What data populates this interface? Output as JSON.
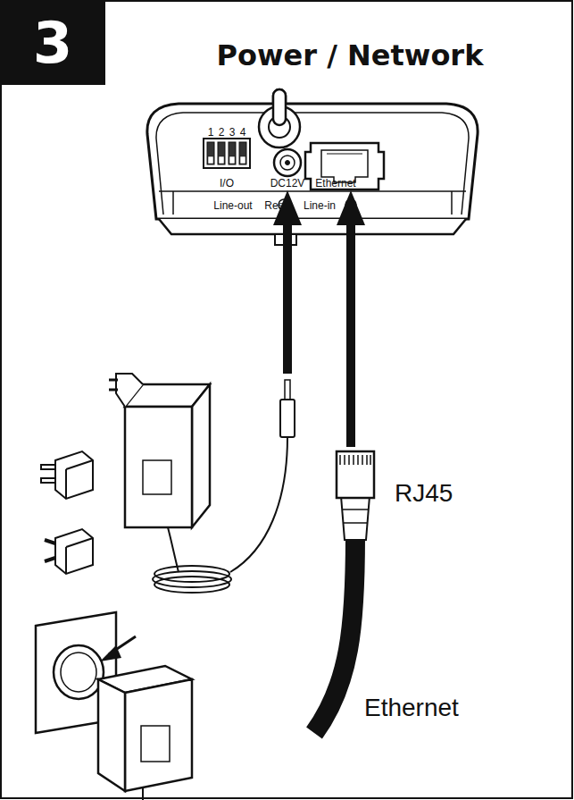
{
  "diagram": {
    "title": "Power / Network",
    "nodes": [
      {
        "text": [
          "3"
        ]
      }
    ],
    "labels": [
      "1",
      "2",
      "3",
      "4",
      "I/O",
      "DC12V",
      "Ethernet",
      "Line-out",
      "Reset",
      "Line-in",
      "RJ45",
      "Ethernet"
    ]
  }
}
